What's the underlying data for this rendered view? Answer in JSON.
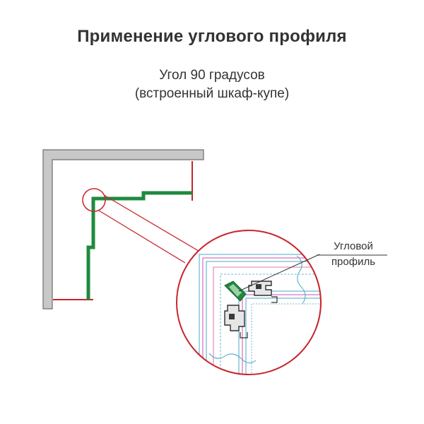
{
  "title": "Применение углового профиля",
  "subtitle": {
    "line1": "Угол 90 градусов",
    "line2": "(встроенный шкаф-купе)"
  },
  "callout": {
    "line1": "Угловой",
    "line2": "профиль"
  },
  "colors": {
    "wall_fill": "#c8c8c8",
    "wall_stroke": "#6e6e6e",
    "frame_green": "#1f8a3e",
    "accent_red": "#c8242c",
    "guide_cyan": "#4aa8c8",
    "guide_magenta": "#d050a8",
    "profile_dark": "#3a3a3a"
  }
}
